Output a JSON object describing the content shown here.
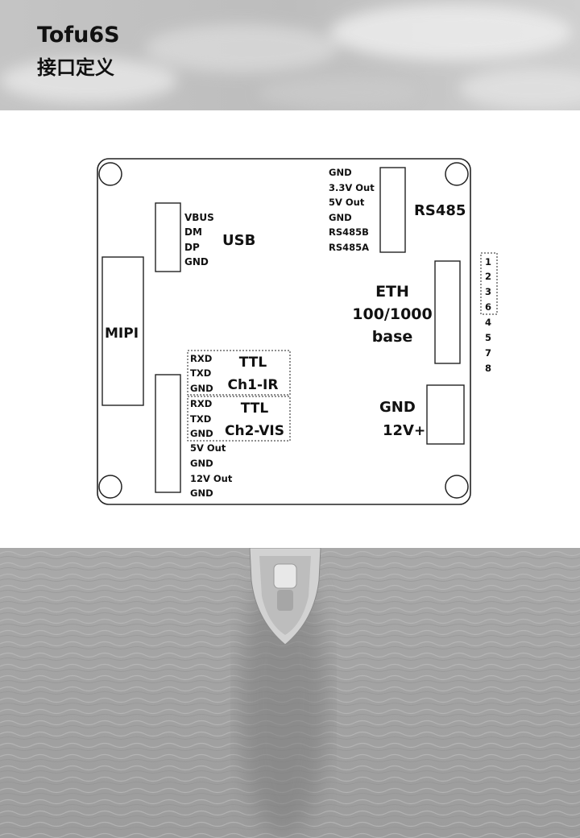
{
  "header": {
    "title": "Tofu6S",
    "subtitle": "接口定义"
  },
  "board": {
    "usb": {
      "name": "USB",
      "pins": [
        "VBUS",
        "DM",
        "DP",
        "GND"
      ]
    },
    "rs485": {
      "name": "RS485",
      "pins": [
        "GND",
        "3.3V Out",
        "5V Out",
        "GND",
        "RS485B",
        "RS485A"
      ]
    },
    "mipi": {
      "name": "MIPI"
    },
    "eth": {
      "line1": "ETH",
      "line2": "100/1000",
      "line3": "base",
      "pins": [
        "1",
        "2",
        "3",
        "6",
        "4",
        "5",
        "7",
        "8"
      ]
    },
    "ttl1": {
      "line1": "TTL",
      "line2": "Ch1-IR",
      "pins": [
        "RXD",
        "TXD",
        "GND"
      ]
    },
    "ttl2": {
      "line1": "TTL",
      "line2": "Ch2-VIS",
      "pins": [
        "RXD",
        "TXD",
        "GND"
      ]
    },
    "extra_pins": [
      "5V Out",
      "GND",
      "12V Out",
      "GND"
    ],
    "power": {
      "gnd": "GND",
      "v12": "12V",
      "plus": "+"
    }
  }
}
